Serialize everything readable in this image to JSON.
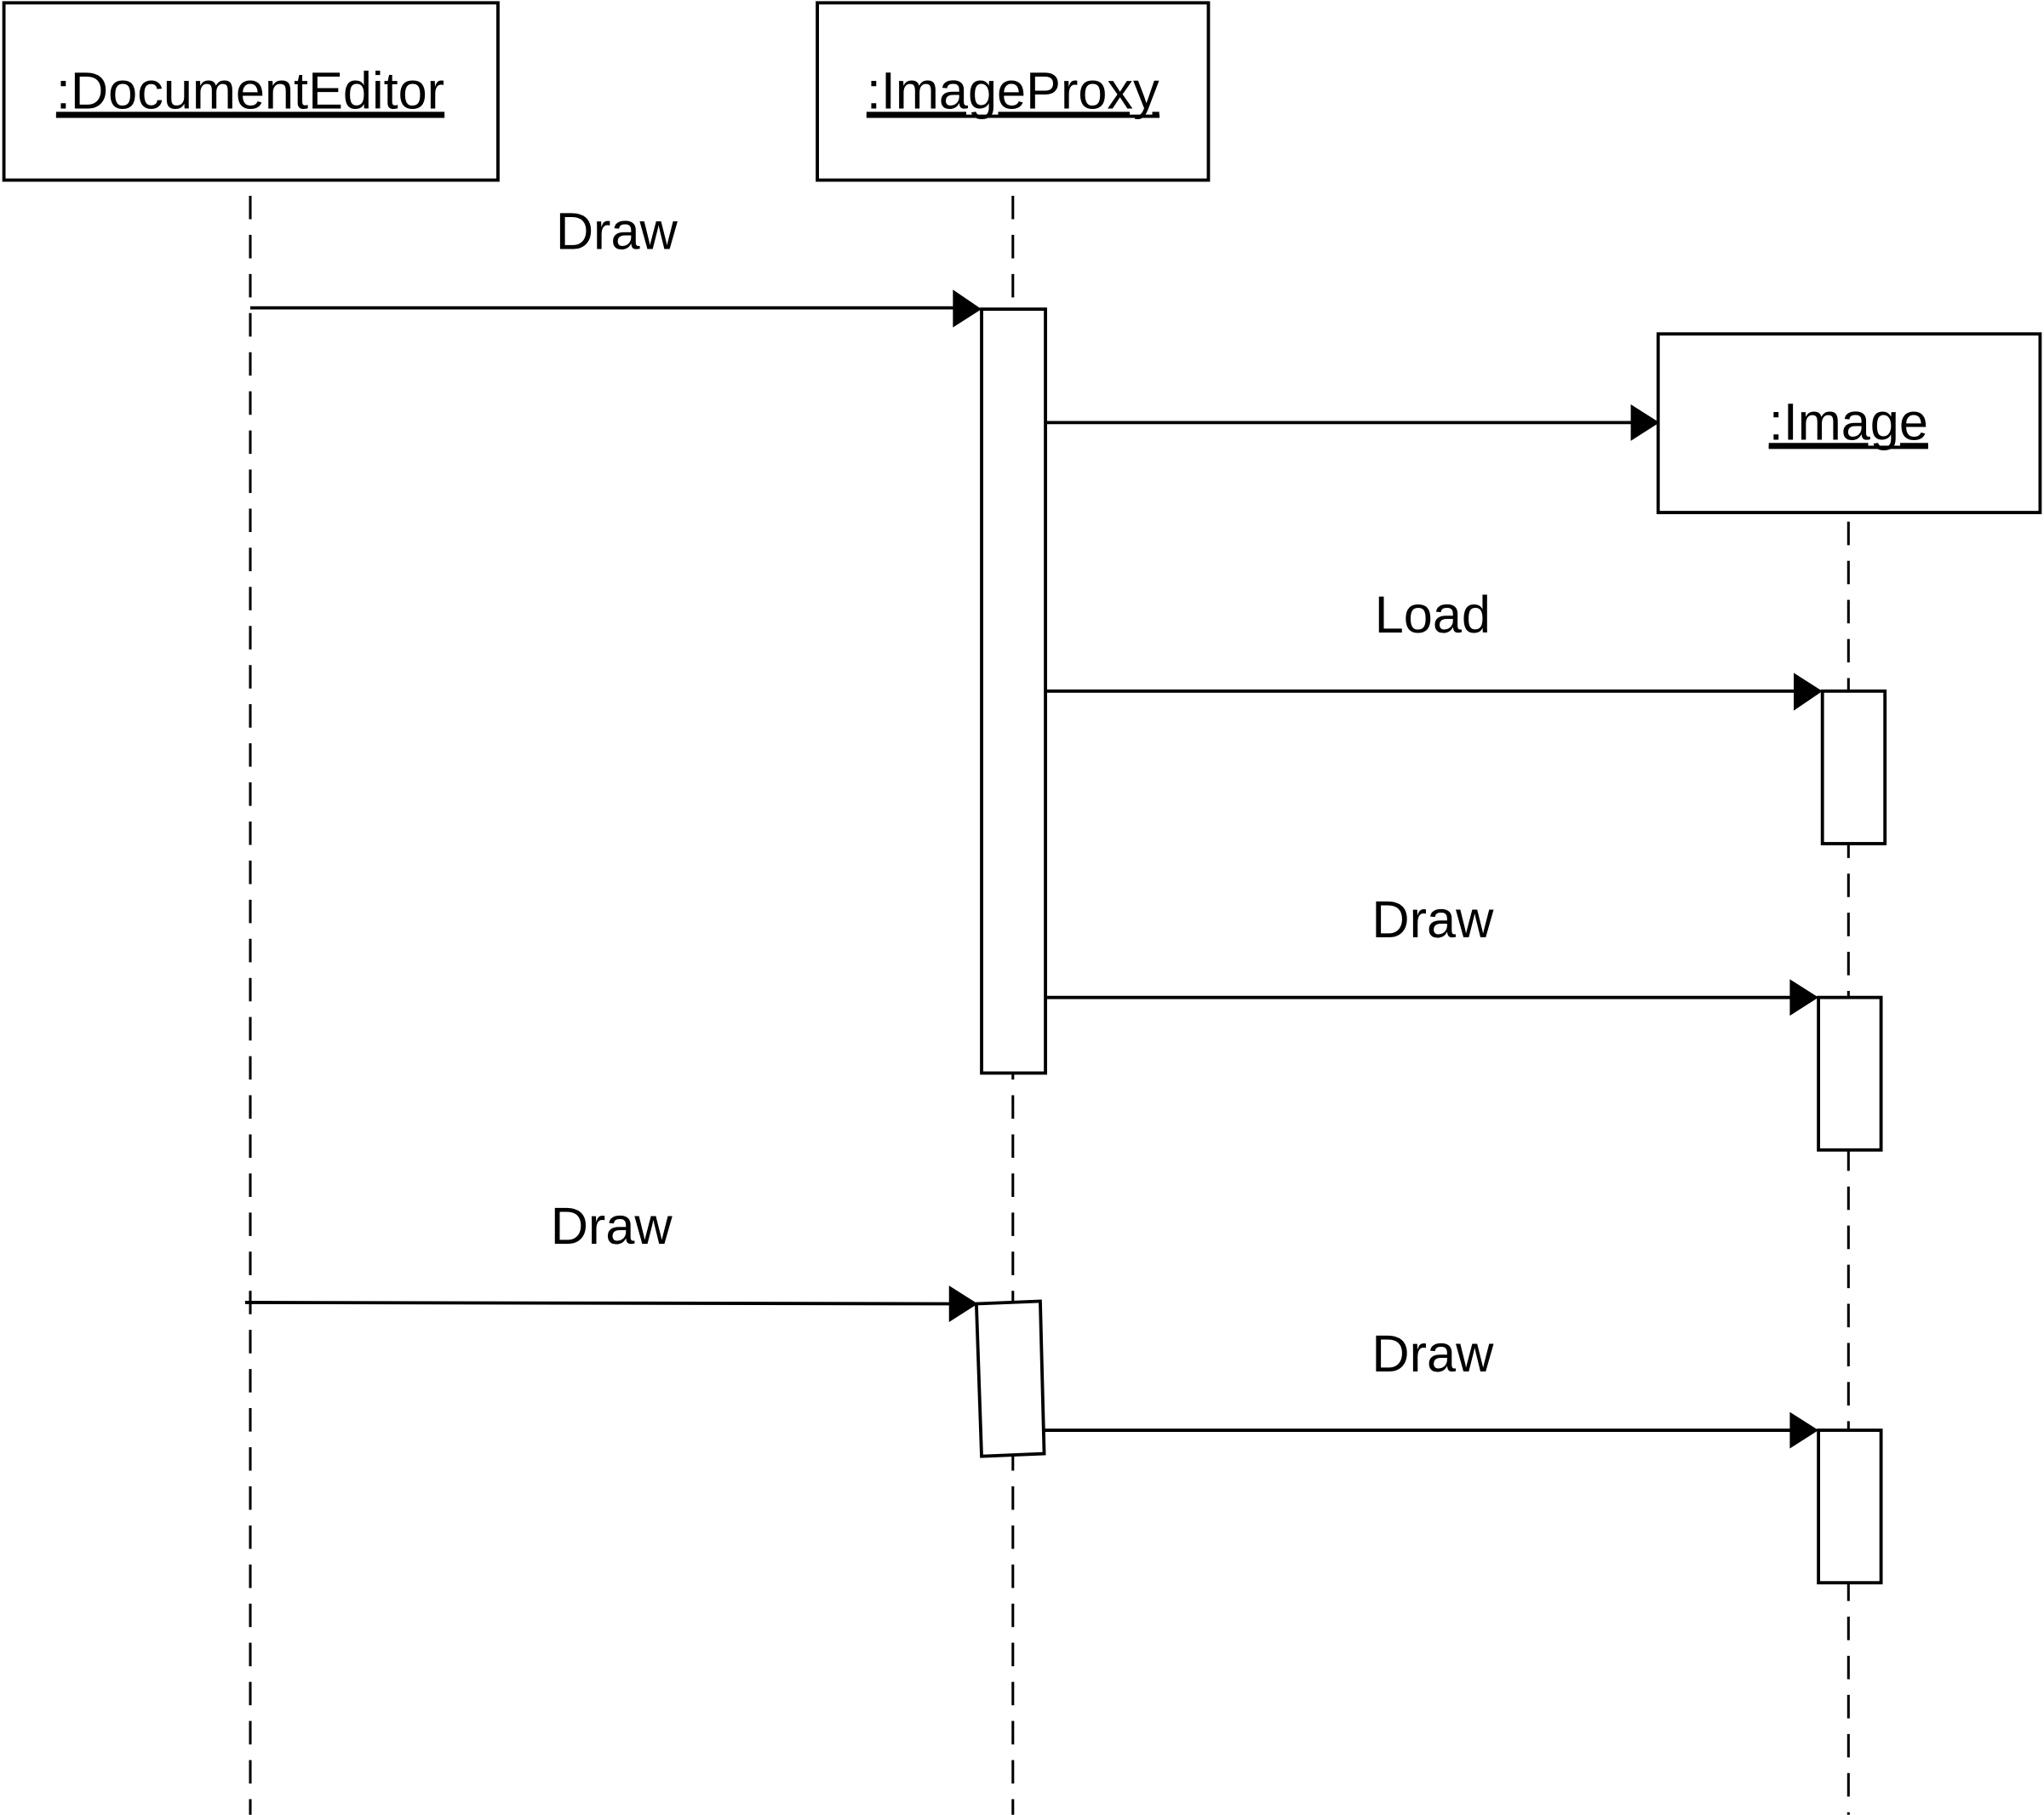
{
  "diagram": {
    "type": "UML sequence diagram",
    "objects": [
      {
        "id": "editor",
        "label": ":DocumentEditor"
      },
      {
        "id": "proxy",
        "label": ":ImageProxy"
      },
      {
        "id": "image",
        "label": ":Image"
      }
    ],
    "messages": [
      {
        "from": "editor",
        "to": "proxy",
        "label": "Draw"
      },
      {
        "from": "proxy",
        "to": "image",
        "label": "",
        "kind": "create"
      },
      {
        "from": "proxy",
        "to": "image",
        "label": "Load"
      },
      {
        "from": "proxy",
        "to": "image",
        "label": "Draw"
      },
      {
        "from": "editor",
        "to": "proxy",
        "label": "Draw"
      },
      {
        "from": "proxy",
        "to": "image",
        "label": "Draw"
      }
    ],
    "icons": {
      "arrowhead": "filled-triangle-arrow-icon"
    }
  }
}
